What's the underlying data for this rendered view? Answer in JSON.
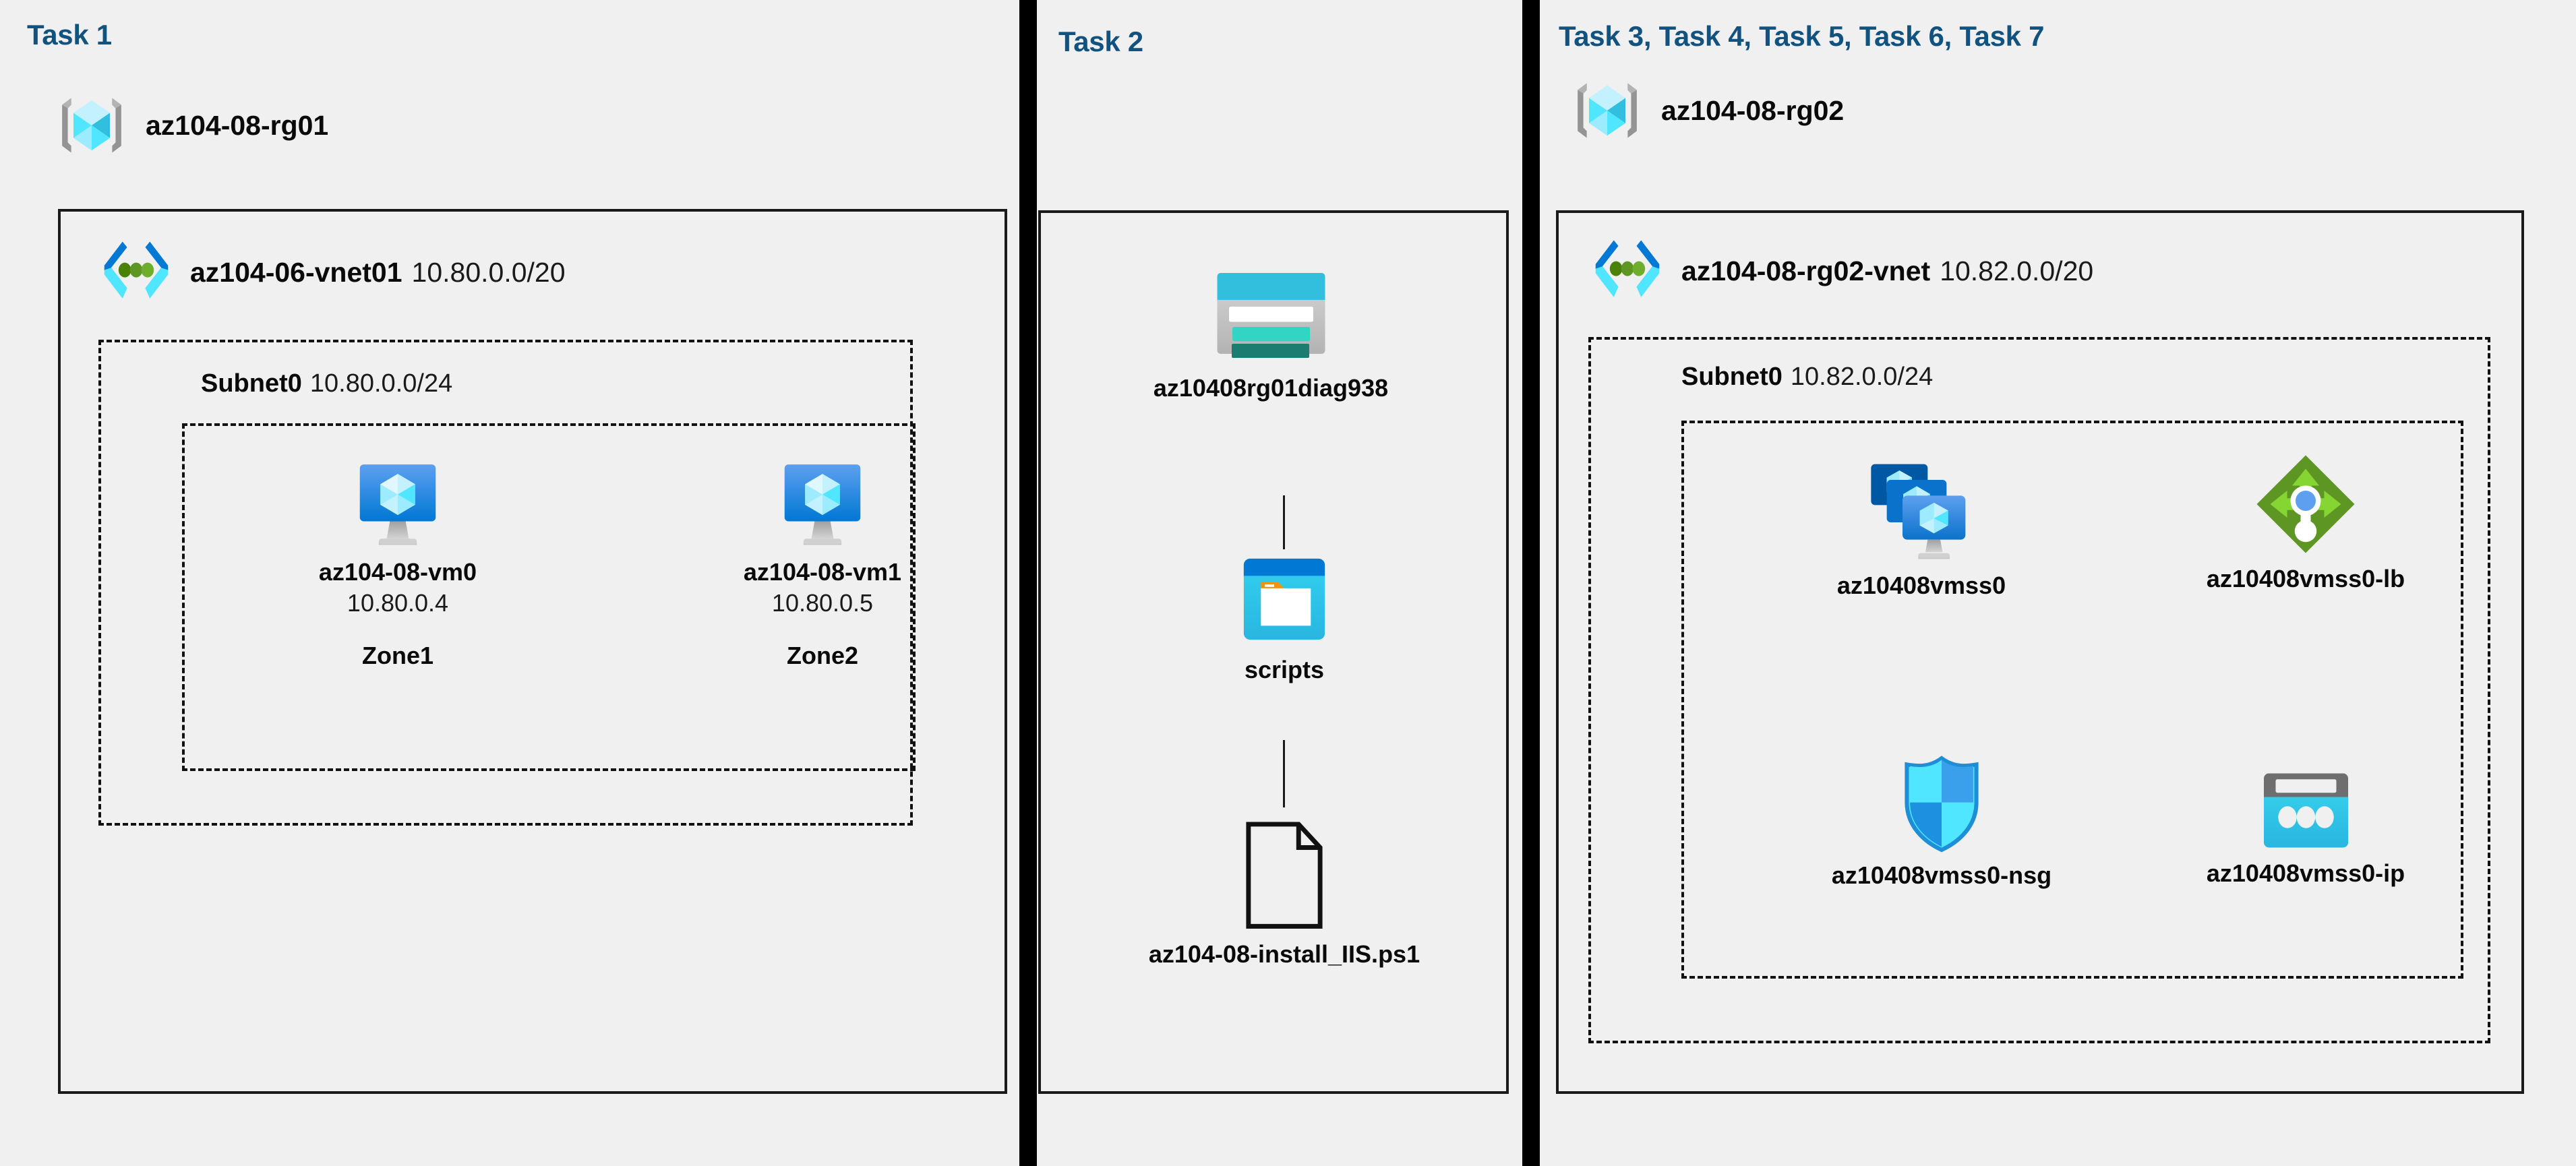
{
  "columns": [
    {
      "id": "task1",
      "title": "Task 1",
      "resource_group": {
        "name": "az104-08-rg01",
        "icon": "resource-group-icon"
      },
      "vnet": {
        "name": "az104-06-vnet01",
        "cidr": "10.80.0.0/20",
        "icon": "virtual-network-icon"
      },
      "subnet": {
        "name": "Subnet0",
        "cidr": "10.80.0.0/24"
      },
      "vms": [
        {
          "name": "az104-08-vm0",
          "ip": "10.80.0.4",
          "zone": "Zone1",
          "icon": "virtual-machine-icon"
        },
        {
          "name": "az104-08-vm1",
          "ip": "10.80.0.5",
          "zone": "Zone2",
          "icon": "virtual-machine-icon"
        }
      ]
    },
    {
      "id": "task2",
      "title": "Task 2",
      "items": [
        {
          "name": "az10408rg01diag938",
          "icon": "storage-account-icon"
        },
        {
          "name": "scripts",
          "icon": "blob-container-icon"
        },
        {
          "name": "az104-08-install_IIS.ps1",
          "icon": "file-icon"
        }
      ]
    },
    {
      "id": "task3to7",
      "title": "Task 3, Task 4, Task 5, Task 6, Task 7",
      "resource_group": {
        "name": "az104-08-rg02",
        "icon": "resource-group-icon"
      },
      "vnet": {
        "name": "az104-08-rg02-vnet",
        "cidr": "10.82.0.0/20",
        "icon": "virtual-network-icon"
      },
      "subnet": {
        "name": "Subnet0",
        "cidr": "10.82.0.0/24"
      },
      "resources": [
        {
          "name": "az10408vmss0",
          "icon": "vm-scale-set-icon"
        },
        {
          "name": "az10408vmss0-lb",
          "icon": "load-balancer-icon"
        },
        {
          "name": "az10408vmss0-nsg",
          "icon": "network-security-group-icon"
        },
        {
          "name": "az10408vmss0-ip",
          "icon": "public-ip-address-icon"
        }
      ]
    }
  ],
  "colors": {
    "background": "#f0f0f0",
    "task_title": "#11527f",
    "border": "#1a1a1a",
    "azure_blue": "#0078d4",
    "azure_cyan": "#32bedd",
    "azure_light_cyan": "#9cebff",
    "storage_teal": "#32d4c3",
    "storage_teal_dark": "#1b7c72",
    "lb_green": "#5e9624",
    "lb_green_light": "#86d633",
    "gray": "#949494"
  }
}
